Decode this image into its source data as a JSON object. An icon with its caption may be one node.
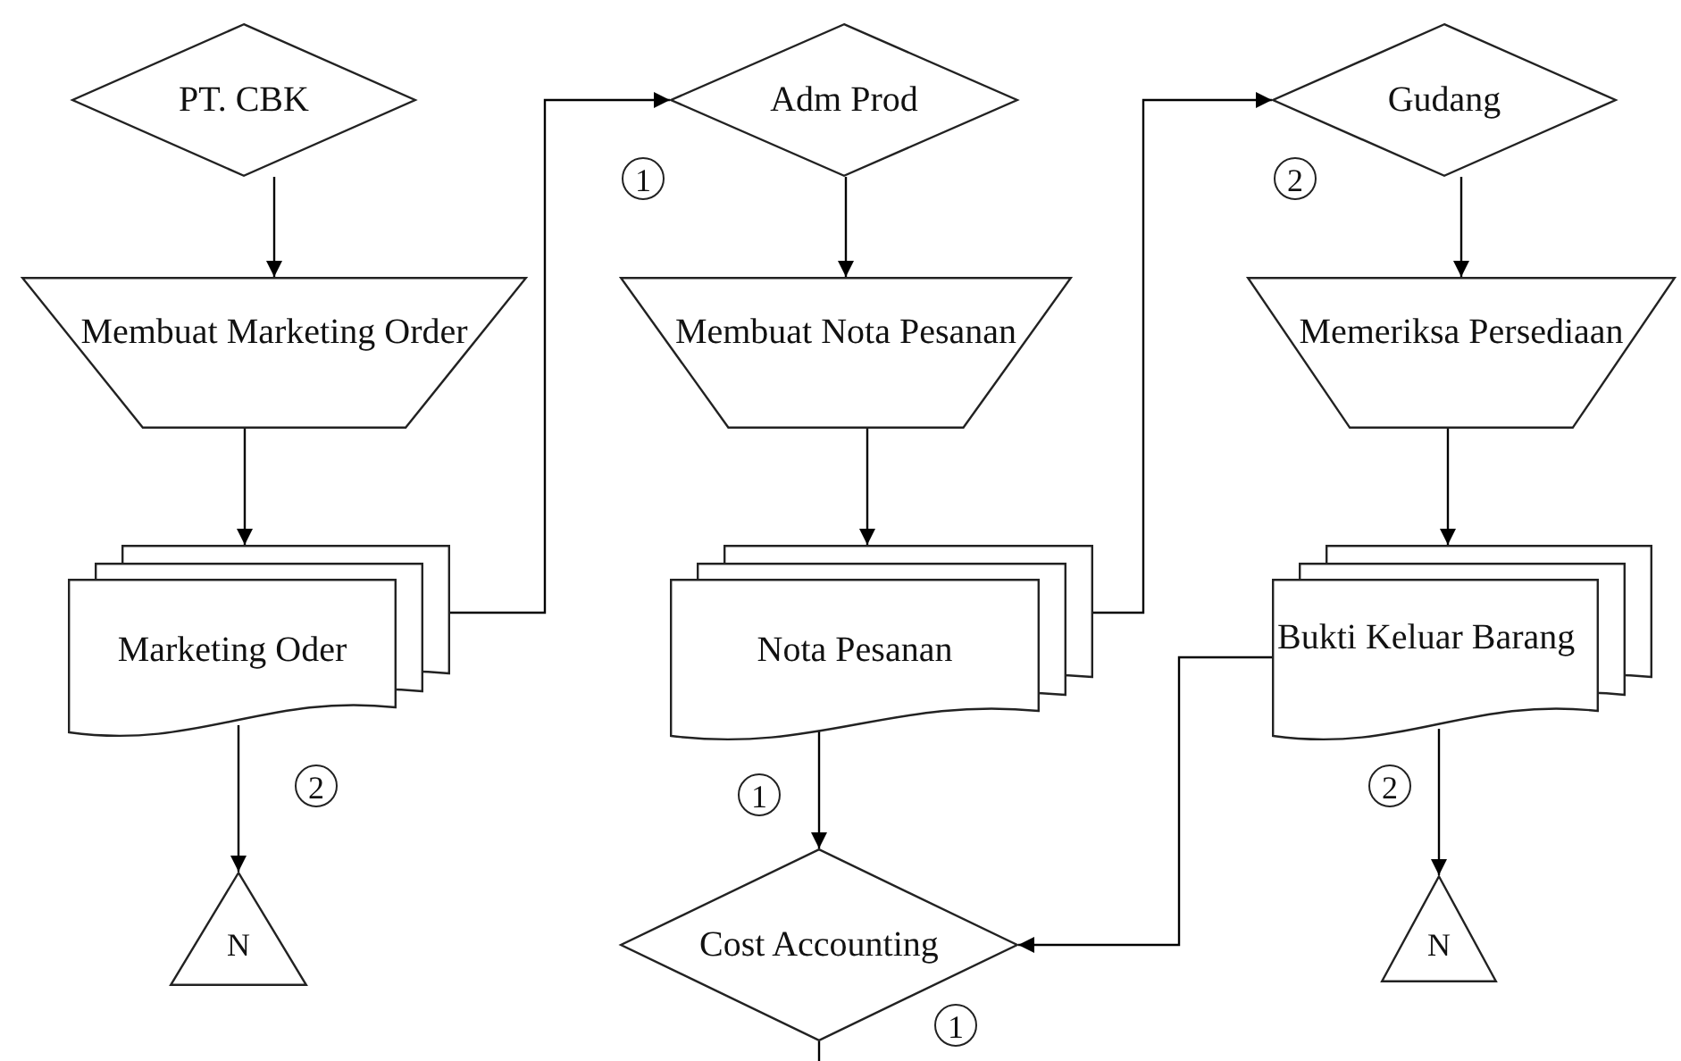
{
  "diagram": {
    "nodes": [
      {
        "text": [
          "PT. CBK"
        ]
      },
      {
        "text": [
          "Membuat Marketing Order"
        ]
      },
      {
        "text": [
          "Marketing Oder"
        ]
      },
      {
        "text": [
          "N"
        ]
      },
      {
        "text": [
          "Adm Prod"
        ]
      },
      {
        "text": [
          "Membuat Nota Pesanan"
        ]
      },
      {
        "text": [
          "Nota Pesanan"
        ]
      },
      {
        "text": [
          "Cost Accounting"
        ]
      },
      {
        "text": [
          "Gudang"
        ]
      },
      {
        "text": [
          "Memeriksa Persediaan"
        ]
      },
      {
        "text": [
          "Bukti Keluar Barang"
        ]
      },
      {
        "text": [
          "N"
        ]
      }
    ],
    "edges": [
      {
        "from": 0,
        "to": 1,
        "arrow": "to"
      },
      {
        "from": 1,
        "to": 2,
        "arrow": "to"
      },
      {
        "from": 2,
        "to": 4,
        "arrow": "to"
      },
      {
        "from": 2,
        "to": 3,
        "arrow": "to"
      },
      {
        "from": 4,
        "to": 5,
        "arrow": "to"
      },
      {
        "from": 5,
        "to": 6,
        "arrow": "to"
      },
      {
        "from": 6,
        "to": 8,
        "arrow": "to"
      },
      {
        "from": 6,
        "to": 7,
        "arrow": "to"
      },
      {
        "from": 8,
        "to": 9,
        "arrow": "to"
      },
      {
        "from": 9,
        "to": 10,
        "arrow": "to"
      },
      {
        "from": 10,
        "to": 7,
        "arrow": "to"
      },
      {
        "from": 10,
        "to": 11,
        "arrow": "to"
      },
      {
        "from": 7,
        "to": null,
        "arrow": "none"
      }
    ],
    "labels": [
      "1",
      "2",
      "2",
      "1",
      "2",
      "1"
    ]
  }
}
